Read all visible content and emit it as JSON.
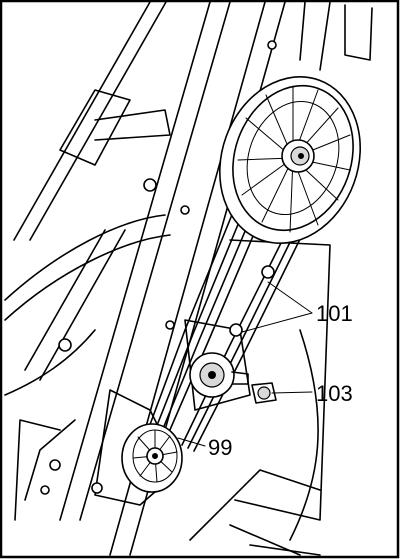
{
  "callouts": [
    {
      "id": "101"
    },
    {
      "id": "103"
    },
    {
      "id": "99"
    }
  ]
}
